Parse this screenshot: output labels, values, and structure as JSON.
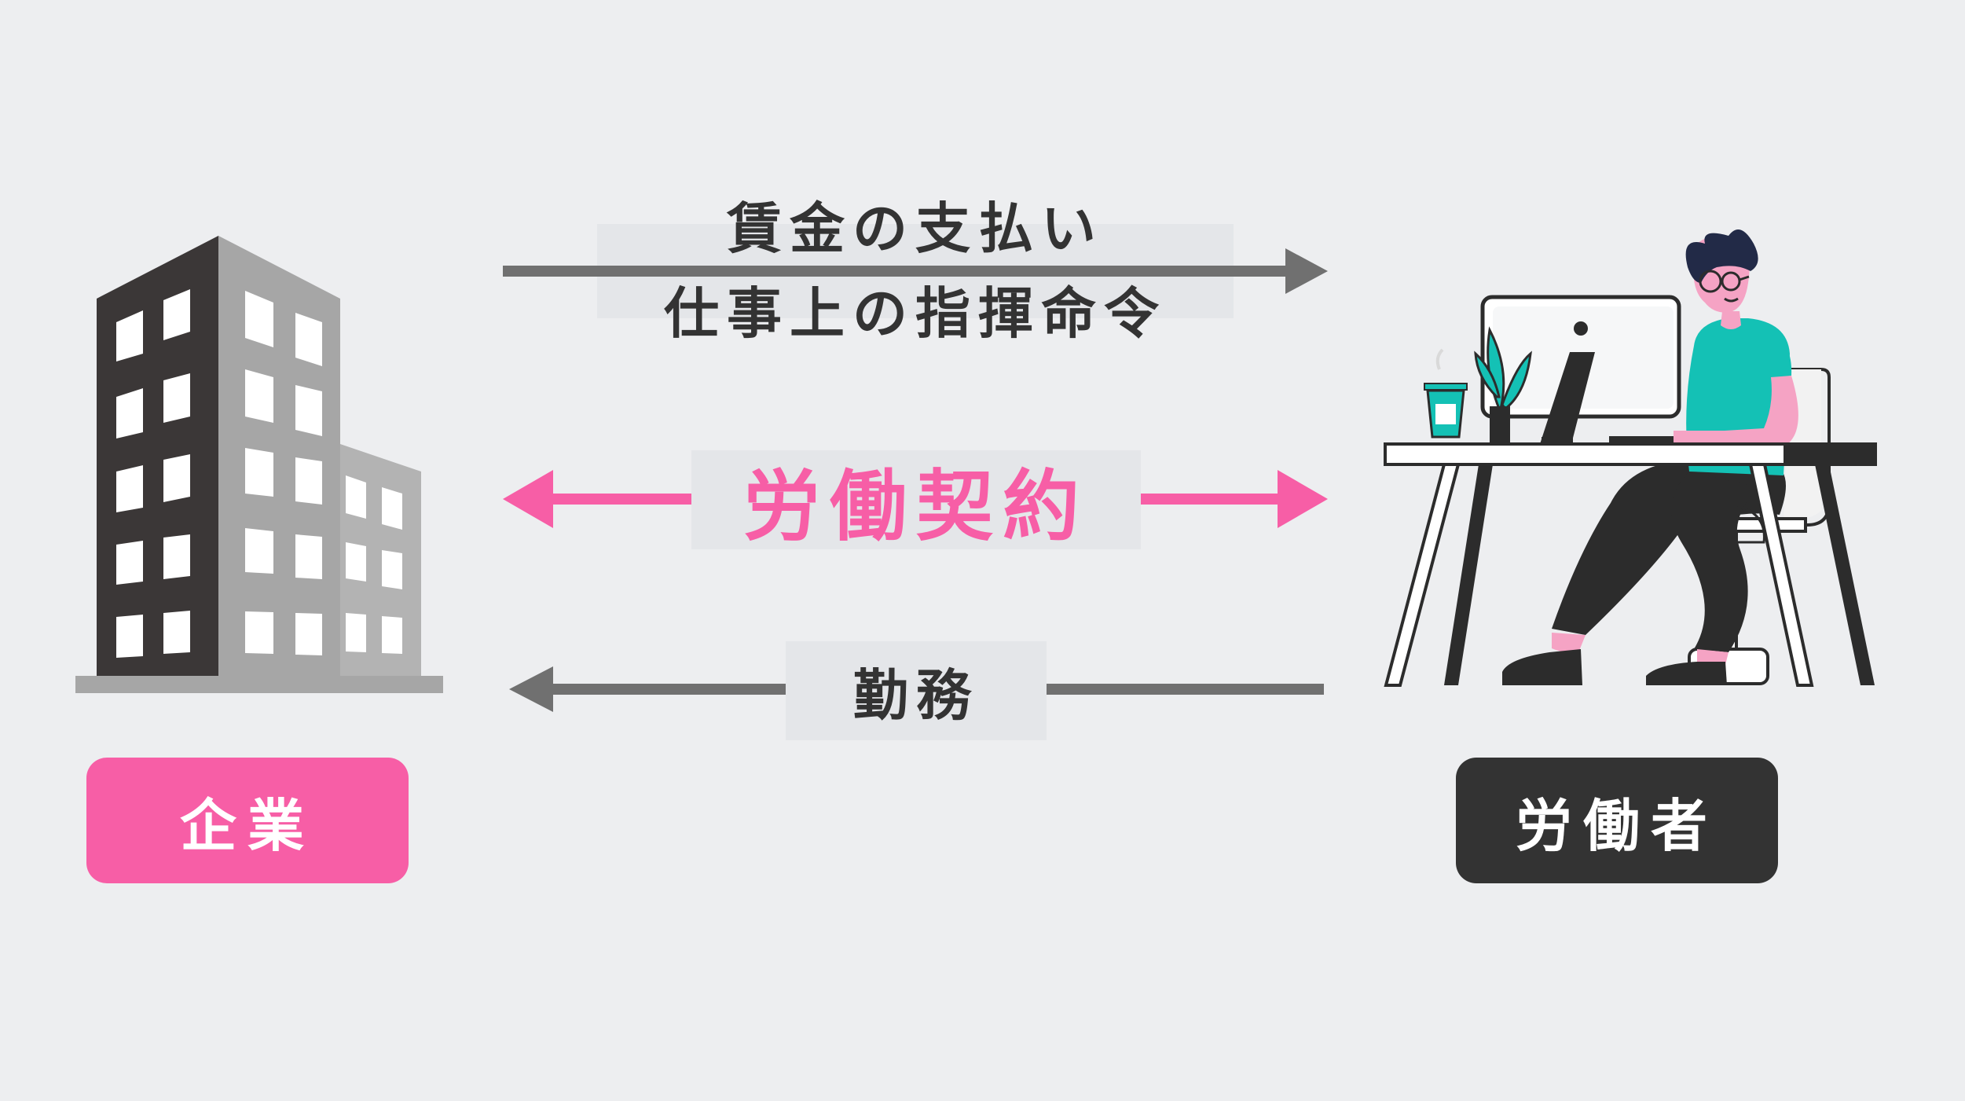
{
  "diagram": {
    "top_relation": {
      "line1": "賃金の支払い",
      "line2": "仕事上の指揮命令"
    },
    "middle_relation": "労働契約",
    "bottom_relation": "勤務",
    "entities": {
      "company": "企業",
      "worker": "労働者"
    }
  },
  "colors": {
    "accent_pink": "#f75ea6",
    "dark": "#333333",
    "arrow_gray": "#707070",
    "teal": "#14c1b5",
    "background": "#edeef0"
  },
  "icons": {
    "company": "office-building-icon",
    "worker": "person-at-desk-icon"
  }
}
